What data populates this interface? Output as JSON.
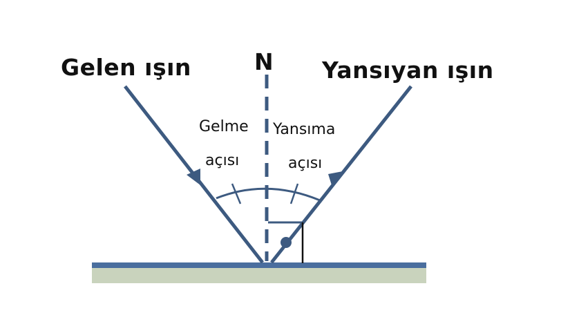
{
  "labels": {
    "incident_ray": "Gelen ışın",
    "normal": "N",
    "reflected_ray": "Yansıyan ışın",
    "incidence_angle_line1": "Gelme",
    "incidence_angle_line2": "açısı",
    "reflection_angle_line1": "Yansıma",
    "reflection_angle_line2": "açısı"
  },
  "colors": {
    "ray": "#3d5a80",
    "normal": "#3d5a80",
    "mirror_line": "#4a6e9e",
    "mirror_base": "#c9d3bd",
    "text": "#111111",
    "perpendicular_marker": "#111111"
  }
}
